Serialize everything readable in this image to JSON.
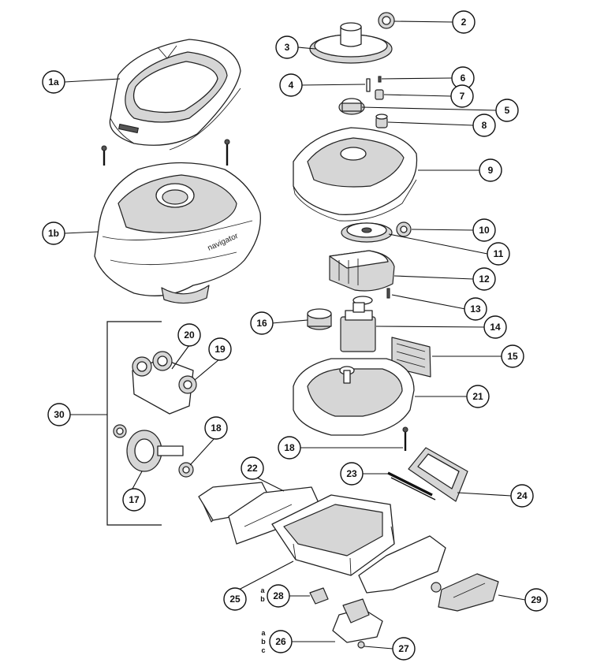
{
  "callouts": {
    "c1a": "1a",
    "c1b": "1b",
    "c2": "2",
    "c3": "3",
    "c4": "4",
    "c5": "5",
    "c6": "6",
    "c7": "7",
    "c8": "8",
    "c9": "9",
    "c10": "10",
    "c11": "11",
    "c12": "12",
    "c13": "13",
    "c14": "14",
    "c15": "15",
    "c16": "16",
    "c17": "17",
    "c18a": "18",
    "c18b": "18",
    "c19": "19",
    "c20": "20",
    "c21": "21",
    "c22": "22",
    "c23": "23",
    "c24": "24",
    "c25": "25",
    "c26": "26",
    "c27": "27",
    "c28": "28",
    "c29": "29",
    "c30": "30"
  },
  "variants": {
    "v28": [
      "a",
      "b"
    ],
    "v26": [
      "a",
      "b",
      "c"
    ]
  },
  "brand_mark": "navigator"
}
